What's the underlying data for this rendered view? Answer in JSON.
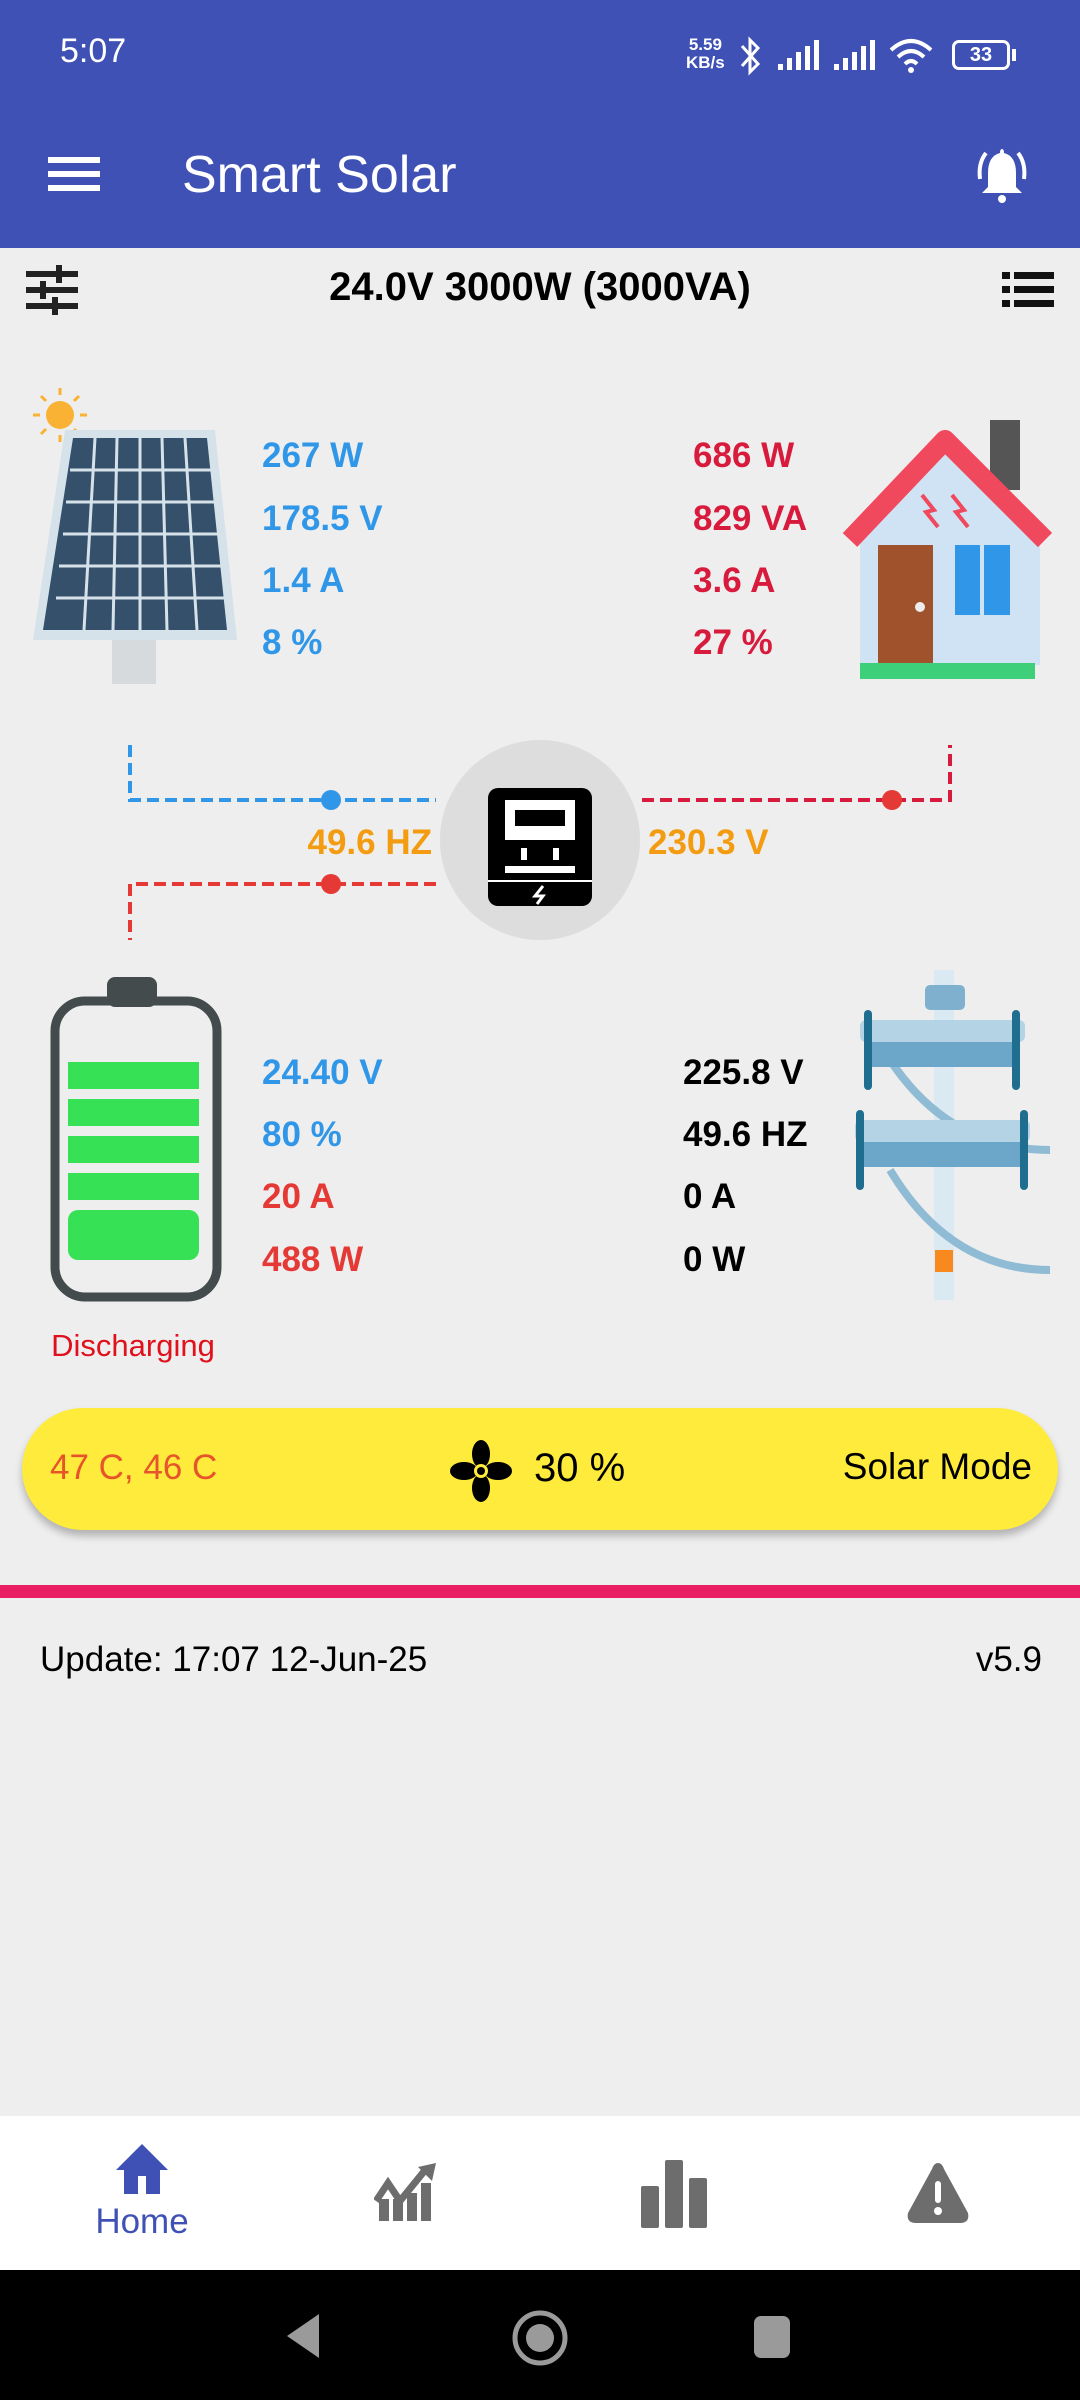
{
  "status_bar": {
    "time": "5:07",
    "net_speed_value": "5.59",
    "net_speed_unit": "KB/s",
    "battery": "33"
  },
  "app_bar": {
    "title": "Smart Solar"
  },
  "header": {
    "spec": "24.0V 3000W (3000VA)"
  },
  "solar": {
    "power": "267 W",
    "voltage": "178.5 V",
    "current": "1.4 A",
    "percent": "8 %"
  },
  "load": {
    "power": "686 W",
    "apparent": "829 VA",
    "current": "3.6 A",
    "percent": "27 %"
  },
  "inverter": {
    "frequency": "49.6 HZ",
    "voltage": "230.3 V"
  },
  "battery": {
    "voltage": "24.40 V",
    "percent": "80 %",
    "current": "20 A",
    "power": "488 W",
    "status": "Discharging",
    "level_fraction": 0.8
  },
  "grid": {
    "voltage": "225.8 V",
    "frequency": "49.6 HZ",
    "current": "0 A",
    "power": "0 W"
  },
  "info_pill": {
    "temps": "47 C, 46 C",
    "fan": "30 %",
    "mode": "Solar Mode"
  },
  "footer": {
    "update": "Update: 17:07 12-Jun-25",
    "version": "v5.9"
  },
  "bottom_nav": [
    {
      "label": "Home",
      "icon": "home-icon",
      "active": true
    },
    {
      "icon": "trend-chart-icon"
    },
    {
      "icon": "bar-chart-icon"
    },
    {
      "icon": "warning-icon"
    }
  ],
  "colors": {
    "primary": "#3f51b5",
    "solar": "#2f96e8",
    "load": "#d81b3c",
    "accent": "#f39c12",
    "pill": "#ffeb3b",
    "divider": "#e91e63"
  }
}
